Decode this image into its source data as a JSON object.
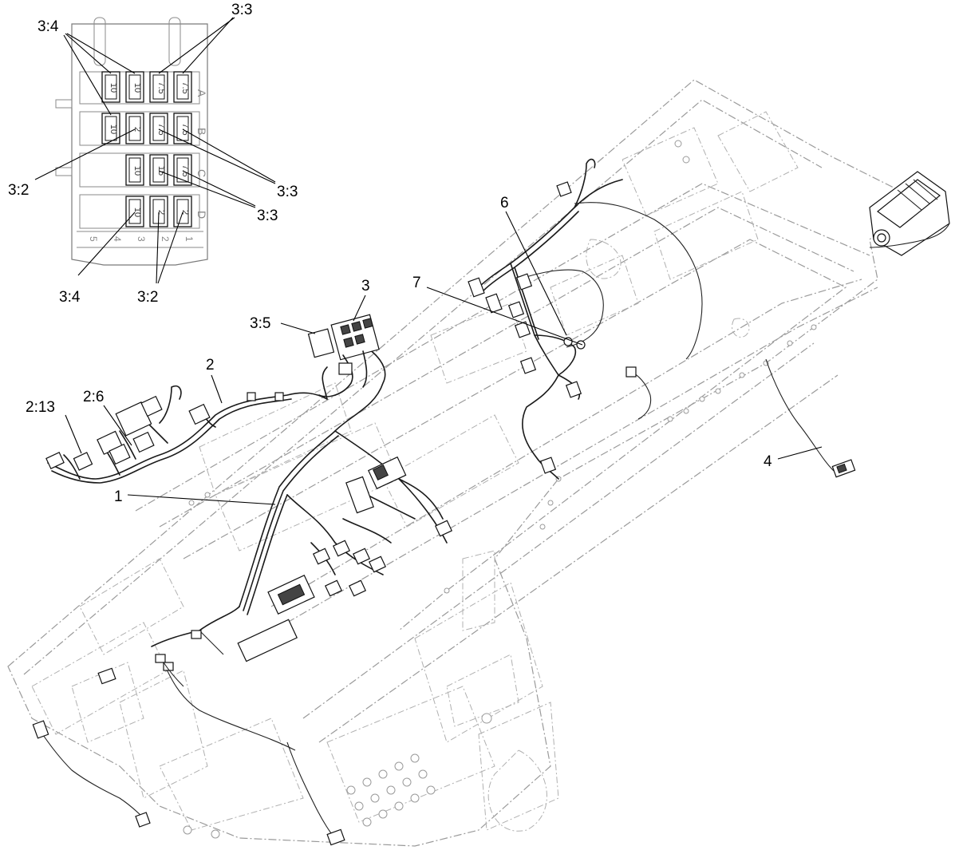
{
  "callouts": {
    "c1": "1",
    "c2": "2",
    "c3": "3",
    "c4": "4",
    "c6": "6",
    "c7": "7",
    "c2_13": "2:13",
    "c2_6": "2:6",
    "c3_5": "3:5",
    "fb_3_4_top": "3:4",
    "fb_3_3_top": "3:3",
    "fb_3_2_left": "3:2",
    "fb_3_3_right_a": "3:3",
    "fb_3_3_right_b": "3:3",
    "fb_3_4_bottom": "3:4",
    "fb_3_2_bottom": "3:2"
  },
  "fuse_block": {
    "row_letters": [
      "A",
      "B",
      "C",
      "D"
    ],
    "column_numbers": [
      "5",
      "4",
      "3",
      "2",
      "1"
    ],
    "fuses": [
      {
        "row": "A",
        "values": [
          "10",
          "10",
          "7.5",
          "7.5"
        ]
      },
      {
        "row": "B",
        "values": [
          "10",
          "2",
          "7.5",
          "7.5"
        ]
      },
      {
        "row": "C",
        "values": [
          "",
          "10",
          "15",
          "7.5"
        ]
      },
      {
        "row": "D",
        "values": [
          "",
          "10",
          "2",
          "2"
        ]
      }
    ]
  }
}
